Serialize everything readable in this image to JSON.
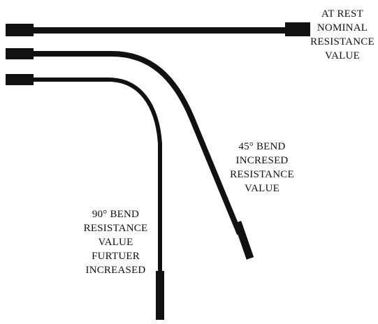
{
  "colors": {
    "ink": "#111111",
    "background": "#ffffff"
  },
  "labels": {
    "at_rest": [
      "AT REST",
      "NOMINAL",
      "RESISTANCE",
      "VALUE"
    ],
    "bend_45": [
      "45° BEND",
      "INCRESED",
      "RESISTANCE",
      "VALUE"
    ],
    "bend_90": [
      "90° BEND",
      "RESISTANCE",
      "VALUE",
      "FURTUER",
      "INCREASED"
    ]
  },
  "sensors": [
    {
      "name": "at-rest-sensor",
      "bend_degrees": 0
    },
    {
      "name": "bend-45-sensor",
      "bend_degrees": 45
    },
    {
      "name": "bend-90-sensor",
      "bend_degrees": 90
    }
  ]
}
